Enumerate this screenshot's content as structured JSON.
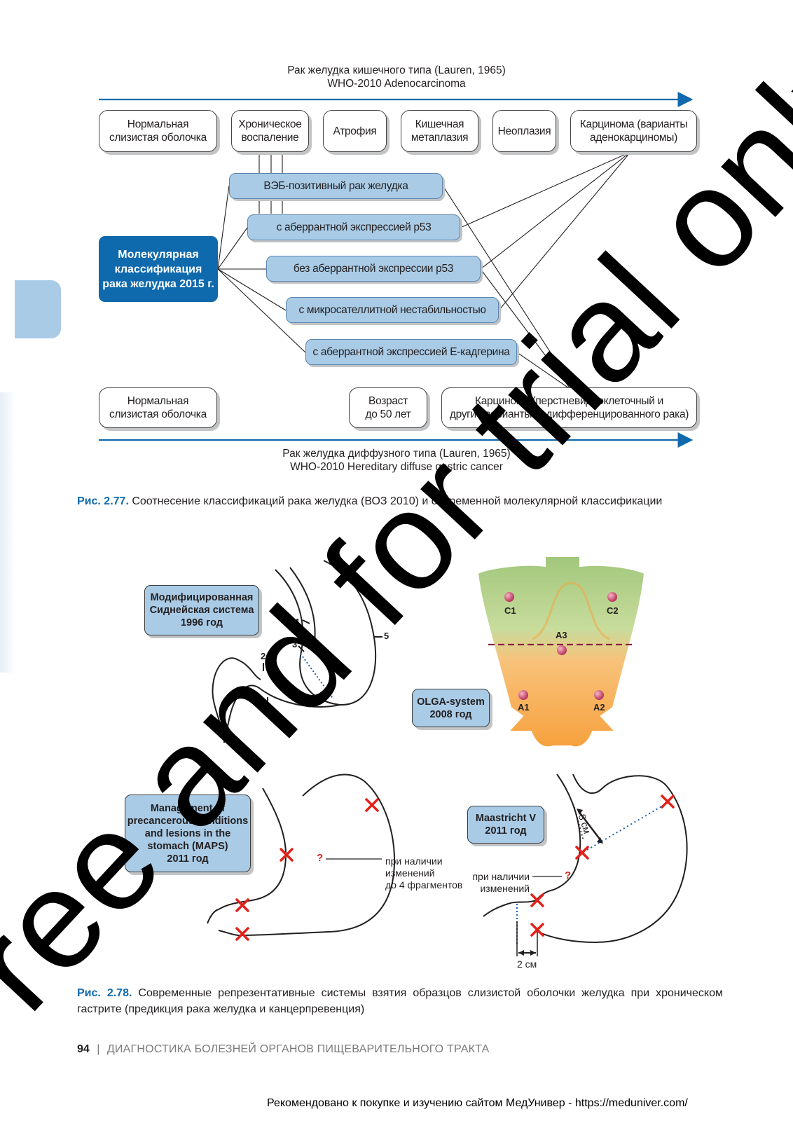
{
  "fig77": {
    "top_heading": "Рак желудка кишечного типа (Lauren, 1965)\nWHO-2010 Adenocarcinoma",
    "top_stages": [
      "Нормальная\nслизистая оболочка",
      "Хроническое\nвоспаление",
      "Атрофия",
      "Кишечная\nметаплазия",
      "Неоплазия",
      "Карцинома (варианты\nаденокарциномы)"
    ],
    "molecular_box": "Молекулярная\nклассификация\nрака желудка 2015 г.",
    "subtypes": [
      "ВЭБ-позитивный рак желудка",
      "с аберрантной экспрессией p53",
      "без аберрантной экспрессии p53",
      "с микросателлитной нестабильностью",
      "с аберрантной экспрессией Е-кадгерина"
    ],
    "bottom_stages": [
      "Нормальная\nслизистая оболочка",
      "Возраст\nдо 50 лет",
      "Карцинома (перстневидноклеточный и\nдругие варианты недифференцированного рака)"
    ],
    "bottom_heading": "Рак желудка диффузного типа (Lauren, 1965)\nWHO-2010 Hereditary diffuse gastric cancer",
    "caption_label": "Рис. 2.77.",
    "caption_text": " Соотнесение классификаций рака желудка (ВОЗ 2010) и современной молекулярной классификации"
  },
  "fig78": {
    "sydney_label": "Модифицированная\nСиднейская система\n1996 год",
    "sydney_points": [
      "1",
      "2",
      "3",
      "4",
      "5"
    ],
    "olga_label": "OLGA-system\n2008 год",
    "olga_points": [
      "C1",
      "C2",
      "A3",
      "A1",
      "A2"
    ],
    "maps_label": "Management of\nprecancerous conditions\nand lesions in the\nstomach (MAPS)\n2011 год",
    "maps_note": "при наличии\nизменений\nдо 4 фрагментов",
    "maastricht_label": "Maastricht V\n2011 год",
    "maastricht_note": "при наличии\nизменений",
    "dist_8": "8 см",
    "dist_2": "2 см",
    "question_mark": "?",
    "caption_label": "Рис. 2.78.",
    "caption_text": " Современные репрезентативные системы взятия образцов слизистой оболочки желудка при хроническом гастрите (предикция рака желудка и канцерпревенция)"
  },
  "footer": {
    "page_number": "94",
    "separator": "|",
    "running_title": "ДИАГНОСТИКА БОЛЕЗНЕЙ ОРГАНОВ ПИЩЕВАРИТЕЛЬНОГО ТРАКТА"
  },
  "watermark": "Free and for trial only",
  "recommendation": "Рекомендовано к покупке и изучению сайтом МедУнивер - https://meduniver.com/",
  "colors": {
    "accent_blue": "#0f69ad",
    "light_blue": "#a9cbe6",
    "olga_green": "#97c26d",
    "olga_orange": "#f7a13e",
    "marker_red": "#e32119"
  }
}
